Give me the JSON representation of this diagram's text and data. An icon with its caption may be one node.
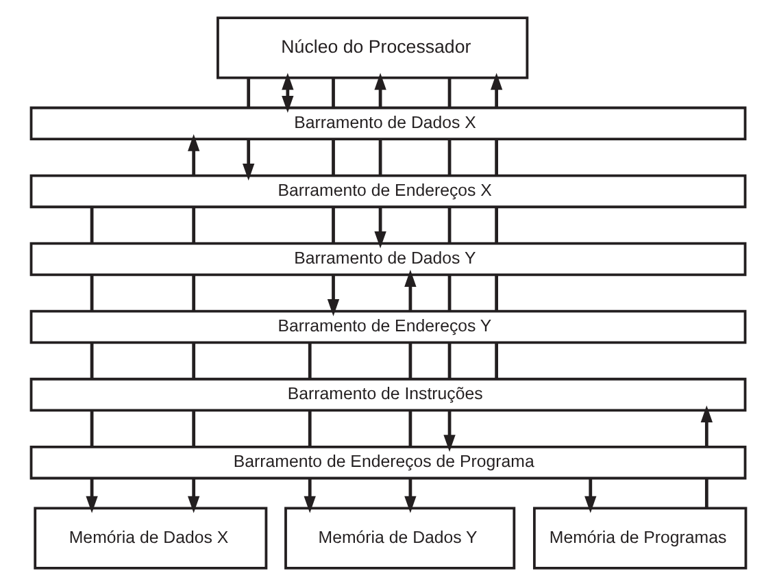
{
  "diagram": {
    "nodes": [
      {
        "text": [
          "Núcleo do Processador"
        ]
      },
      {
        "text": [
          "Barramento de Dados X"
        ]
      },
      {
        "text": [
          "Barramento de Endereços X"
        ]
      },
      {
        "text": [
          "Barramento de Dados Y"
        ]
      },
      {
        "text": [
          "Barramento de Endereços Y"
        ]
      },
      {
        "text": [
          "Barramento de Instruções"
        ]
      },
      {
        "text": [
          "Barramento de Endereços de Programa"
        ]
      },
      {
        "text": [
          "Memória de Dados X"
        ]
      },
      {
        "text": [
          "Memória de Dados Y"
        ]
      },
      {
        "text": [
          "Memória de Programas"
        ]
      }
    ],
    "edges": [
      {
        "from": 2,
        "to": 3,
        "arrow": "none"
      },
      {
        "from": 3,
        "to": 4,
        "arrow": "none"
      },
      {
        "from": 4,
        "to": 5,
        "arrow": "none"
      },
      {
        "from": 5,
        "to": 6,
        "arrow": "none"
      },
      {
        "from": 6,
        "to": 7,
        "arrow": "to"
      },
      {
        "from": 2,
        "to": 1,
        "arrow": "to"
      },
      {
        "from": 2,
        "to": 3,
        "arrow": "none"
      },
      {
        "from": 3,
        "to": 4,
        "arrow": "none"
      },
      {
        "from": 4,
        "to": 5,
        "arrow": "none"
      },
      {
        "from": 5,
        "to": 6,
        "arrow": "none"
      },
      {
        "from": 6,
        "to": 7,
        "arrow": "to"
      },
      {
        "from": 0,
        "to": 1,
        "arrow": "none"
      },
      {
        "from": 1,
        "to": 2,
        "arrow": "to"
      },
      {
        "from": 0,
        "to": 1,
        "arrow": "both"
      },
      {
        "from": 4,
        "to": 5,
        "arrow": "none"
      },
      {
        "from": 5,
        "to": 6,
        "arrow": "none"
      },
      {
        "from": 6,
        "to": 8,
        "arrow": "to"
      },
      {
        "from": 0,
        "to": 1,
        "arrow": "none"
      },
      {
        "from": 1,
        "to": 2,
        "arrow": "none"
      },
      {
        "from": 2,
        "to": 3,
        "arrow": "none"
      },
      {
        "from": 3,
        "to": 4,
        "arrow": "to"
      },
      {
        "from": 1,
        "to": 0,
        "arrow": "to"
      },
      {
        "from": 1,
        "to": 2,
        "arrow": "none"
      },
      {
        "from": 2,
        "to": 3,
        "arrow": "to"
      },
      {
        "from": 4,
        "to": 3,
        "arrow": "to"
      },
      {
        "from": 4,
        "to": 5,
        "arrow": "none"
      },
      {
        "from": 5,
        "to": 6,
        "arrow": "none"
      },
      {
        "from": 6,
        "to": 8,
        "arrow": "to"
      },
      {
        "from": 0,
        "to": 1,
        "arrow": "none"
      },
      {
        "from": 1,
        "to": 2,
        "arrow": "none"
      },
      {
        "from": 2,
        "to": 3,
        "arrow": "none"
      },
      {
        "from": 3,
        "to": 4,
        "arrow": "none"
      },
      {
        "from": 4,
        "to": 5,
        "arrow": "none"
      },
      {
        "from": 5,
        "to": 6,
        "arrow": "to"
      },
      {
        "from": 1,
        "to": 0,
        "arrow": "to"
      },
      {
        "from": 1,
        "to": 2,
        "arrow": "none"
      },
      {
        "from": 2,
        "to": 3,
        "arrow": "none"
      },
      {
        "from": 3,
        "to": 4,
        "arrow": "none"
      },
      {
        "from": 4,
        "to": 5,
        "arrow": "none"
      },
      {
        "from": 6,
        "to": 9,
        "arrow": "to"
      },
      {
        "from": 9,
        "to": 6,
        "arrow": "none"
      },
      {
        "from": 6,
        "to": 5,
        "arrow": "to"
      }
    ]
  }
}
